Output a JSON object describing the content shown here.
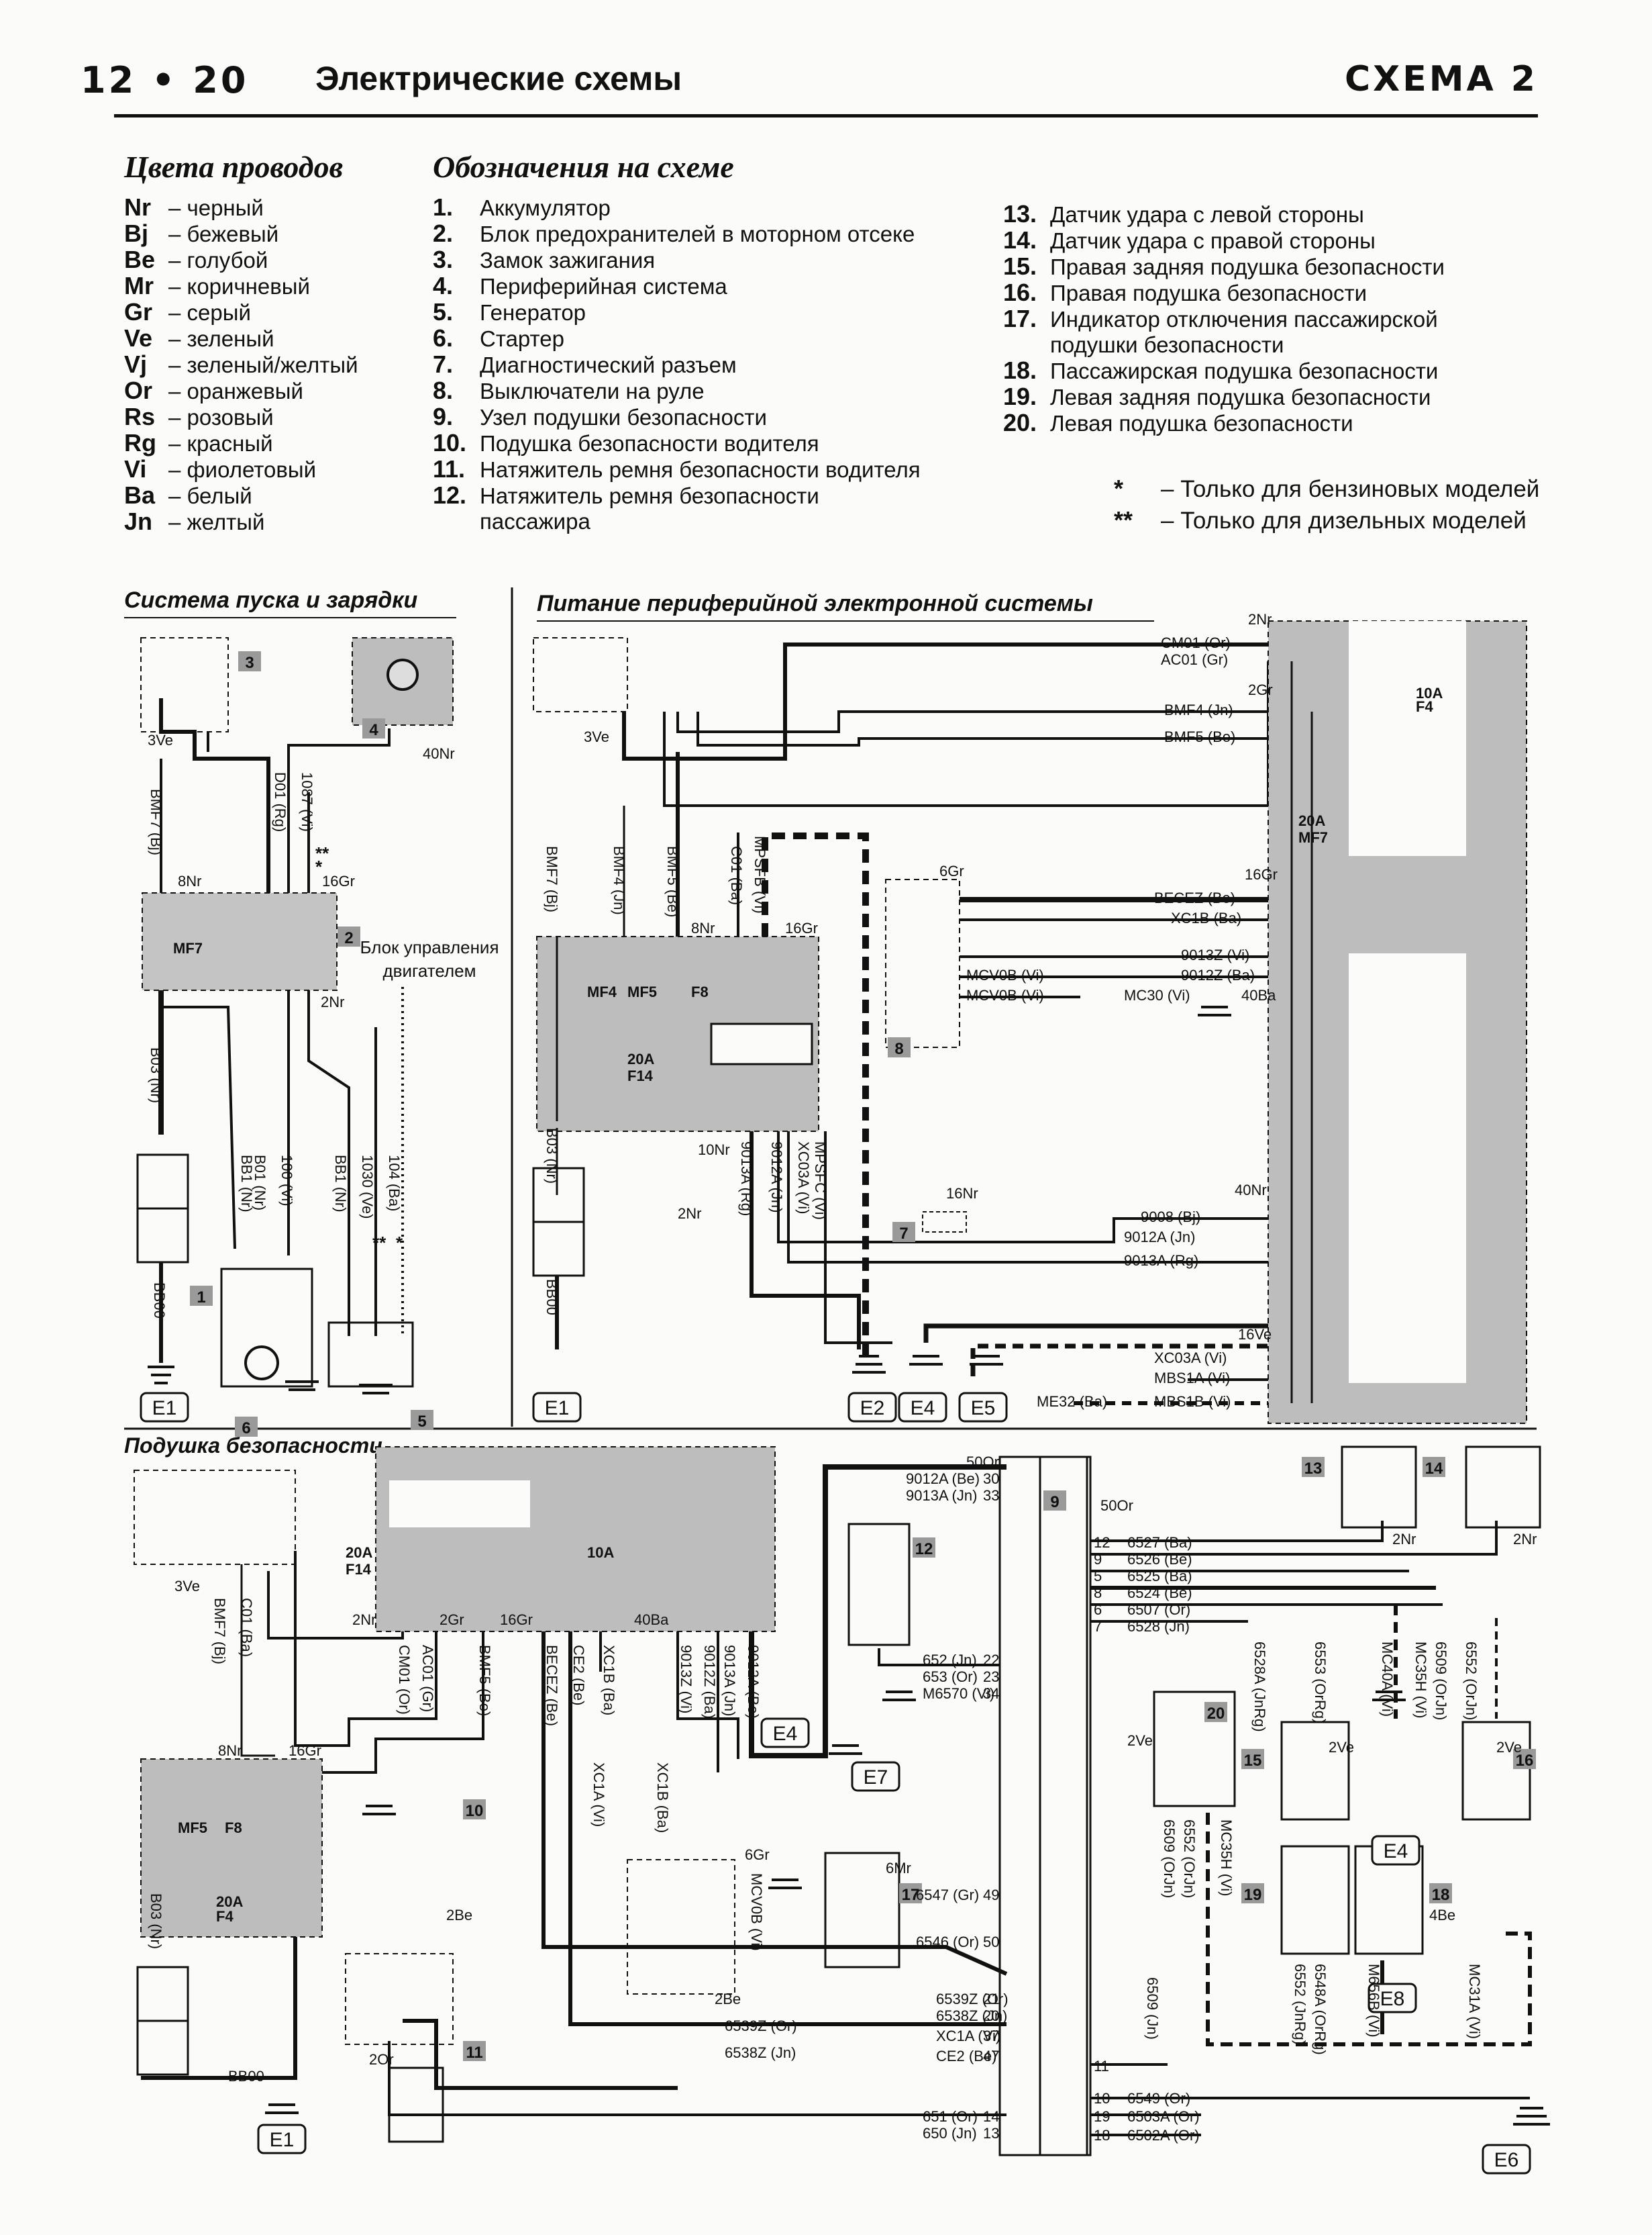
{
  "header": {
    "page_number": "12 • 20",
    "title": "Электрические схемы",
    "scheme": "СХЕМА 2"
  },
  "wire_colors": {
    "title": "Цвета проводов",
    "items": [
      {
        "code": "Nr",
        "name": "– черный"
      },
      {
        "code": "Bj",
        "name": "– бежевый"
      },
      {
        "code": "Be",
        "name": "– голубой"
      },
      {
        "code": "Mr",
        "name": "– коричневый"
      },
      {
        "code": "Gr",
        "name": "– серый"
      },
      {
        "code": "Ve",
        "name": "– зеленый"
      },
      {
        "code": "Vj",
        "name": "– зеленый/желтый"
      },
      {
        "code": "Or",
        "name": "– оранжевый"
      },
      {
        "code": "Rs",
        "name": "– розовый"
      },
      {
        "code": "Rg",
        "name": "– красный"
      },
      {
        "code": "Vi",
        "name": "– фиолетовый"
      },
      {
        "code": "Ba",
        "name": "– белый"
      },
      {
        "code": "Jn",
        "name": "– желтый"
      }
    ]
  },
  "legend": {
    "title": "Обозначения на схеме",
    "col1": [
      {
        "n": "1.",
        "t": "Аккумулятор"
      },
      {
        "n": "2.",
        "t": "Блок предохранителей в моторном отсеке"
      },
      {
        "n": "3.",
        "t": "Замок зажигания"
      },
      {
        "n": "4.",
        "t": "Периферийная система"
      },
      {
        "n": "5.",
        "t": "Генератор"
      },
      {
        "n": "6.",
        "t": "Стартер"
      },
      {
        "n": "7.",
        "t": "Диагностический разъем"
      },
      {
        "n": "8.",
        "t": "Выключатели на руле"
      },
      {
        "n": "9.",
        "t": "Узел подушки безопасности"
      },
      {
        "n": "10.",
        "t": "Подушка безопасности водителя"
      },
      {
        "n": "11.",
        "t": "Натяжитель ремня безопасности водителя"
      },
      {
        "n": "12.",
        "t": "Натяжитель ремня безопасности"
      },
      {
        "n": "",
        "t": "пассажира"
      }
    ],
    "col2": [
      {
        "n": "13.",
        "t": "Датчик удара с левой стороны"
      },
      {
        "n": "14.",
        "t": "Датчик удара с правой стороны"
      },
      {
        "n": "15.",
        "t": "Правая задняя подушка безопасности"
      },
      {
        "n": "16.",
        "t": "Правая подушка безопасности"
      },
      {
        "n": "17.",
        "t": "Индикатор отключения пассажирской"
      },
      {
        "n": "",
        "t": "подушки безопасности"
      },
      {
        "n": "18.",
        "t": "Пассажирская подушка безопасности"
      },
      {
        "n": "19.",
        "t": "Левая задняя подушка безопасности"
      },
      {
        "n": "20.",
        "t": "Левая подушка безопасности"
      }
    ],
    "notes": [
      {
        "mark": "*",
        "t": "– Только для бензиновых моделей"
      },
      {
        "mark": "**",
        "t": "– Только для дизельных моделей"
      }
    ]
  },
  "diagram": {
    "sec1_title": "Система пуска и зарядки",
    "sec2_title": "Питание периферийной электронной системы",
    "sec3_title": "Подушка безопасности",
    "ecu_label": [
      "Блок управления",
      "двигателем"
    ],
    "components": [
      "1",
      "2",
      "3",
      "4",
      "5",
      "6",
      "7",
      "8",
      "9",
      "10",
      "11",
      "12",
      "13",
      "14",
      "15",
      "16",
      "17",
      "18",
      "19",
      "20"
    ],
    "grounds": [
      "E1",
      "E1",
      "E2",
      "E4",
      "E5",
      "E4",
      "E1",
      "E7",
      "E4",
      "E8",
      "E6"
    ],
    "fuses": [
      "MF7",
      "MF4",
      "MF5",
      "F8",
      "20A",
      "F14",
      "10A",
      "F4",
      "20A",
      "MF7",
      "MF5",
      "F8",
      "20A",
      "F4",
      "20A",
      "F14",
      "10A"
    ],
    "wires_sec1": [
      "BMF7 (Bj)",
      "D01 (Rg)",
      "1087 (Vi)",
      "B03 (Nr)",
      "BB1 (Nr)",
      "B01 (Nr)",
      "100 (Vi)",
      "BB1 (Nr)",
      "1030 (Ve)",
      "104 (Ba)",
      "BB00"
    ],
    "wires_sec2": [
      "BMF7 (Bj)",
      "BMF4 (Jn)",
      "BMF5 (Be)",
      "C01 (Ba)",
      "MPSFB (Vi)",
      "B03 (Nr)",
      "BB00",
      "9013A (Rg)",
      "9012A (Jn)",
      "XC03A (Vi)",
      "MPSFC (Vi)"
    ],
    "conn_labels": [
      "2Nr",
      "CM01 (Or)",
      "AC01 (Gr)",
      "2Gr",
      "BMF4 (Jn)",
      "BMF5 (Be)",
      "16Gr",
      "BECEZ (Be)",
      "XC1B (Ba)",
      "9013Z (Vi)",
      "9012Z (Ba)",
      "MCV0B (Vi)",
      "MCV0B (Vi)",
      "MC30 (Vi)",
      "40Ba",
      "6Gr",
      "40Nr",
      "9008 (Bj)",
      "9012A (Jn)",
      "9013A (Rg)",
      "16Nr",
      "16Ve",
      "XC03A (Vi)",
      "MBS1A (Vi)",
      "MBS1B (Vi)",
      "ME32 (Ba)"
    ],
    "pin_labels": [
      "3Ve",
      "40Nr",
      "8Nr",
      "16Gr",
      "2Nr",
      "10Nr",
      "3Ve",
      "8Nr",
      "16Gr",
      "2Nr"
    ],
    "stars": [
      "**",
      "*",
      "**",
      "*"
    ],
    "wires_sec3_left": [
      "BMF7 (Bj)",
      "C01 (Ba)",
      "8Nr",
      "16Gr",
      "3Ve",
      "B03 (Nr)",
      "BB00",
      "2Be",
      "2Or"
    ],
    "wires_sec3_mid": [
      "CM01 (Or)",
      "AC01 (Gr)",
      "BMF5 (Be)",
      "BECEZ (Be)",
      "CE2 (Be)",
      "XC1B (Ba)",
      "XC1A (Vi)",
      "XC1B (Ba)",
      "9013Z (Vi)",
      "9012Z (Ba)",
      "9013A (Jn)",
      "9012A (Be)",
      "MCV0B (Vi)",
      "2Nr",
      "2Gr",
      "16Gr",
      "40Ba",
      "6Gr",
      "6Mr",
      "2Be"
    ],
    "wires_sec3_ecu_left": [
      "9012A (Be)",
      "9013A (Jn)",
      "652 (Jn)",
      "653 (Or)",
      "M6570 (Vi)",
      "6547 (Gr)",
      "6546 (Or)",
      "6539Z (Or)",
      "6538Z (Jn)",
      "XC1A (Vi)",
      "CE2 (Be)",
      "6539Z (Or)",
      "6538Z (Jn)",
      "651 (Or)",
      "650 (Jn)",
      "50Or"
    ],
    "pins_ecu_left": [
      "30",
      "33",
      "22",
      "23",
      "34",
      "49",
      "50",
      "21",
      "20",
      "37",
      "47",
      "14",
      "13"
    ],
    "wires_sec3_ecu_right": [
      "6527 (Ba)",
      "6526 (Be)",
      "6525 (Ba)",
      "6524 (Be)",
      "6507 (Or)",
      "6528 (Jn)",
      "6549 (Or)",
      "6503A (Or)",
      "6502A (Or)",
      "50Or"
    ],
    "pins_ecu_right": [
      "12",
      "9",
      "5",
      "8",
      "6",
      "7",
      "11",
      "10",
      "19",
      "18"
    ],
    "wires_sec3_right": [
      "6528A (JnRg)",
      "6553 (OrRg)",
      "MC40A (Vi)",
      "MC35H (Vi)",
      "6509 (OrJn)",
      "6552 (OrJn)",
      "6509 (OrJn)",
      "6552 (OrJn)",
      "MC35H (Vi)",
      "6509 (Jn)",
      "6552 (JnRg)",
      "6548A (OrRg)",
      "M656B (Vi)",
      "MC31A (Vi)",
      "2Ve",
      "2Ve",
      "2Ve",
      "4Be",
      "2Nr",
      "2Nr"
    ]
  }
}
